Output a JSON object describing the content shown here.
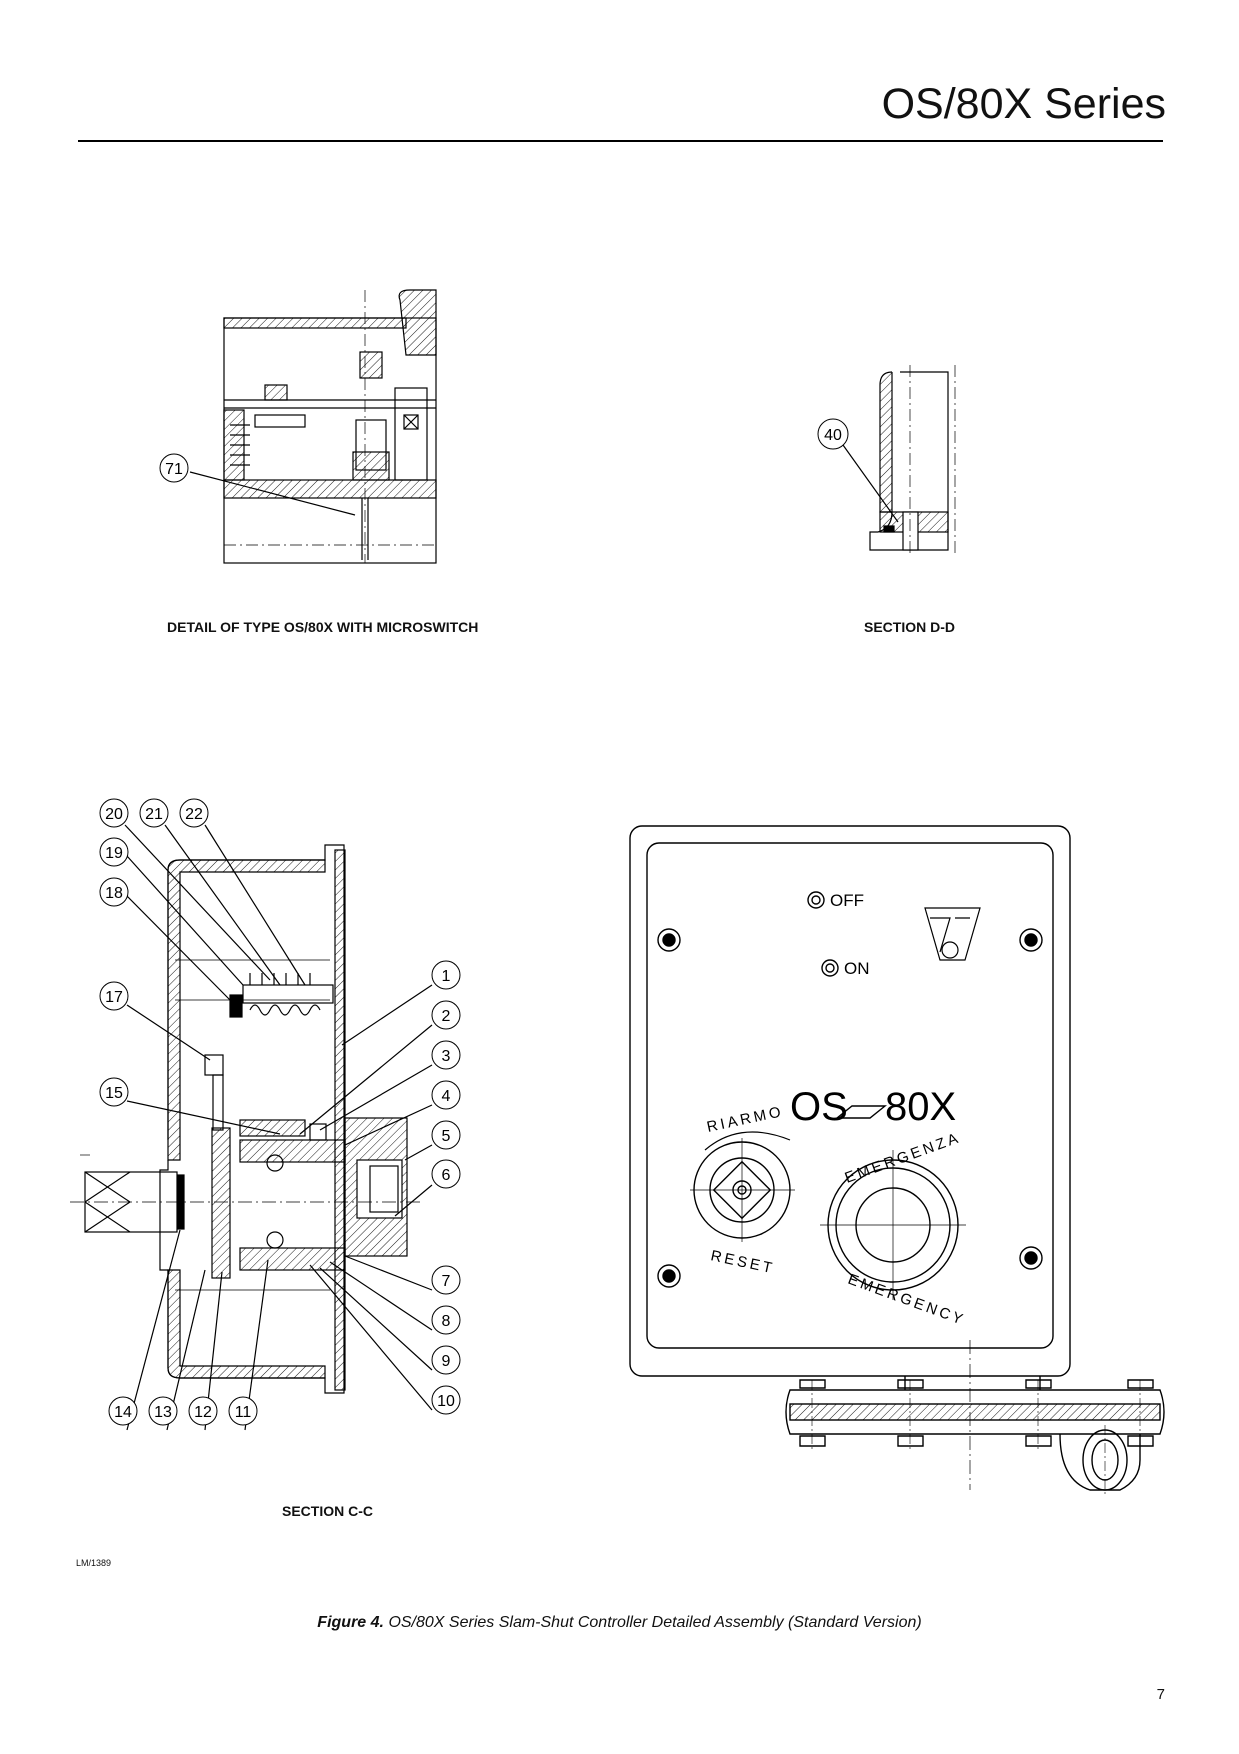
{
  "header": {
    "series_title": "OS/80X Series"
  },
  "captions": {
    "detail": "DETAIL OF TYPE OS/80X WITH MICROSWITCH",
    "section_dd": "SECTION D-D",
    "section_cc": "SECTION C-C"
  },
  "callouts": {
    "detail": [
      "71"
    ],
    "section_dd": [
      "40"
    ],
    "section_cc": [
      "20",
      "21",
      "22",
      "19",
      "18",
      "17",
      "15",
      "1",
      "2",
      "3",
      "4",
      "5",
      "6",
      "7",
      "8",
      "9",
      "10",
      "14",
      "13",
      "12",
      "11"
    ]
  },
  "front_panel": {
    "off_label": "OFF",
    "on_label": "ON",
    "model_left": "OS",
    "model_right": "80X",
    "riarmo": "RIARMO",
    "reset": "RESET",
    "emergenza": "EMERGENZA",
    "emergency": "EMERGENCY"
  },
  "drawing_ref": "LM/1389",
  "figure": {
    "label": "Figure 4.",
    "text": "OS/80X Series Slam-Shut Controller Detailed Assembly (Standard Version)"
  },
  "page_number": "7"
}
